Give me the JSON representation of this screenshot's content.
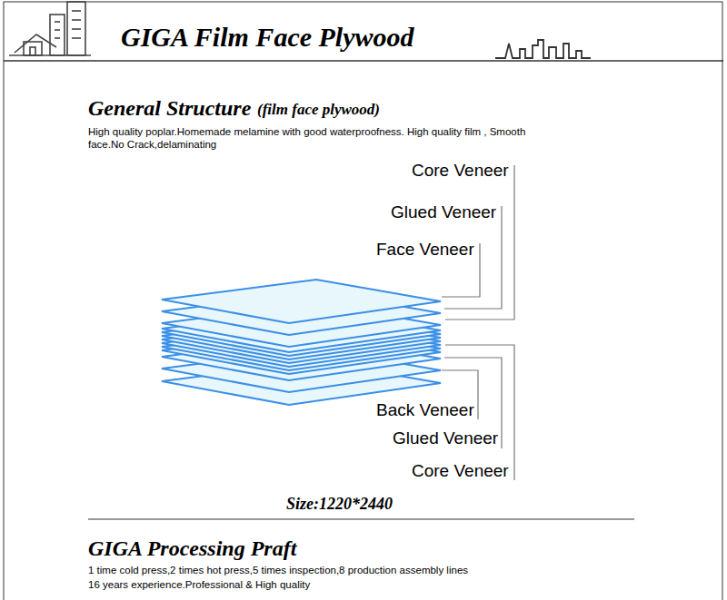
{
  "diagram": {
    "title": "GIGA Film Face Plywood",
    "labels": [
      "General Structure",
      "(film face plywood)",
      "High quality poplar.Homemade melamine with good waterproofness. High quality film , Smooth face.No Crack,delaminating",
      "Core Veneer",
      "Glued Veneer",
      "Face Veneer",
      "Back Veneer",
      "Glued Veneer",
      "Core Veneer",
      "Size:1220*2440",
      "GIGA Processing Praft",
      "1 time cold press,2 times hot press,5 times inspection,8 production assembly lines",
      "16 years experience.Professional & High quality"
    ]
  }
}
